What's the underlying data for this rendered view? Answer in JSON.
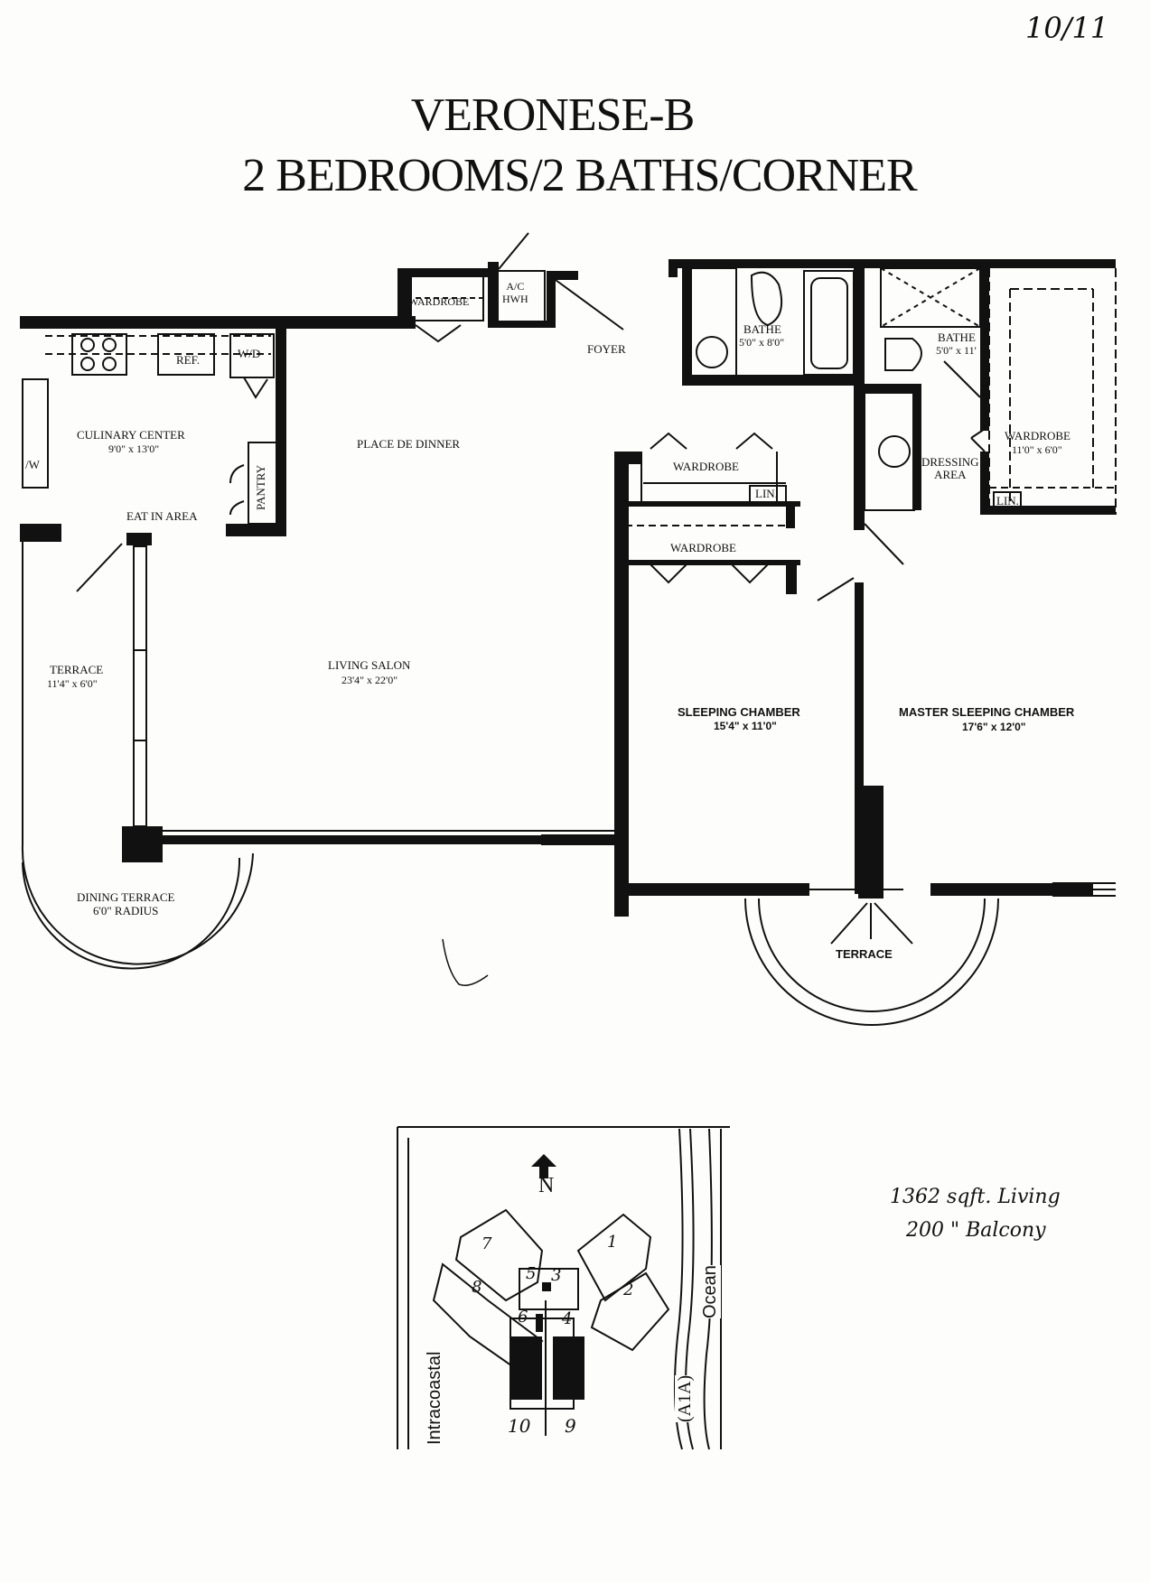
{
  "corner_note": "10/11",
  "title_line1": "VERONESE-B",
  "title_line2": "2 BEDROOMS/2 BATHS/CORNER",
  "rooms": {
    "wardrobe_entry": "WARDROBE",
    "ac_hwh": "A/C\nHWH",
    "foyer": "FOYER",
    "ref": "REF.",
    "wd": "W/D",
    "culinary_name": "CULINARY CENTER",
    "culinary_dim": "9'0\" x 13'0\"",
    "dw": "/W",
    "pantry": "PANTRY",
    "eat_in": "EAT IN AREA",
    "place_de_dinner": "PLACE DE DINNER",
    "bath1_name": "BATHE",
    "bath1_dim": "5'0\" x 8'0\"",
    "bath2_name": "BATHE",
    "bath2_dim": "5'0\" x 11'",
    "wardrobe_master_name": "WARDROBE",
    "wardrobe_master_dim": "11'0\" x 6'0\"",
    "dressing_area": "DRESSING\nAREA",
    "lin_master": "LIN.",
    "wardrobe_upper": "WARDROBE",
    "lin_upper": "LIN.",
    "wardrobe_lower": "WARDROBE",
    "terrace_left_name": "TERRACE",
    "terrace_left_dim": "11'4\" x 6'0\"",
    "living_name": "LIVING SALON",
    "living_dim": "23'4\" x 22'0\"",
    "sleeping_name": "SLEEPING CHAMBER",
    "sleeping_dim": "15'4\" x 11'0\"",
    "master_name": "MASTER SLEEPING CHAMBER",
    "master_dim": "17'6\" x 12'0\"",
    "dining_terrace_name": "DINING TERRACE",
    "dining_terrace_dim": "6'0\" RADIUS",
    "terrace_bottom": "TERRACE"
  },
  "site_map": {
    "north": "N",
    "intracoastal": "Intracoastal",
    "a1a": "(A1A)",
    "ocean": "Ocean",
    "unit_numbers": [
      "1",
      "2",
      "3",
      "4",
      "5",
      "6",
      "7",
      "8",
      "9",
      "10"
    ]
  },
  "handwritten": {
    "living_sqft": "1362 sqft. Living",
    "balcony": "200 \"  Balcony"
  }
}
